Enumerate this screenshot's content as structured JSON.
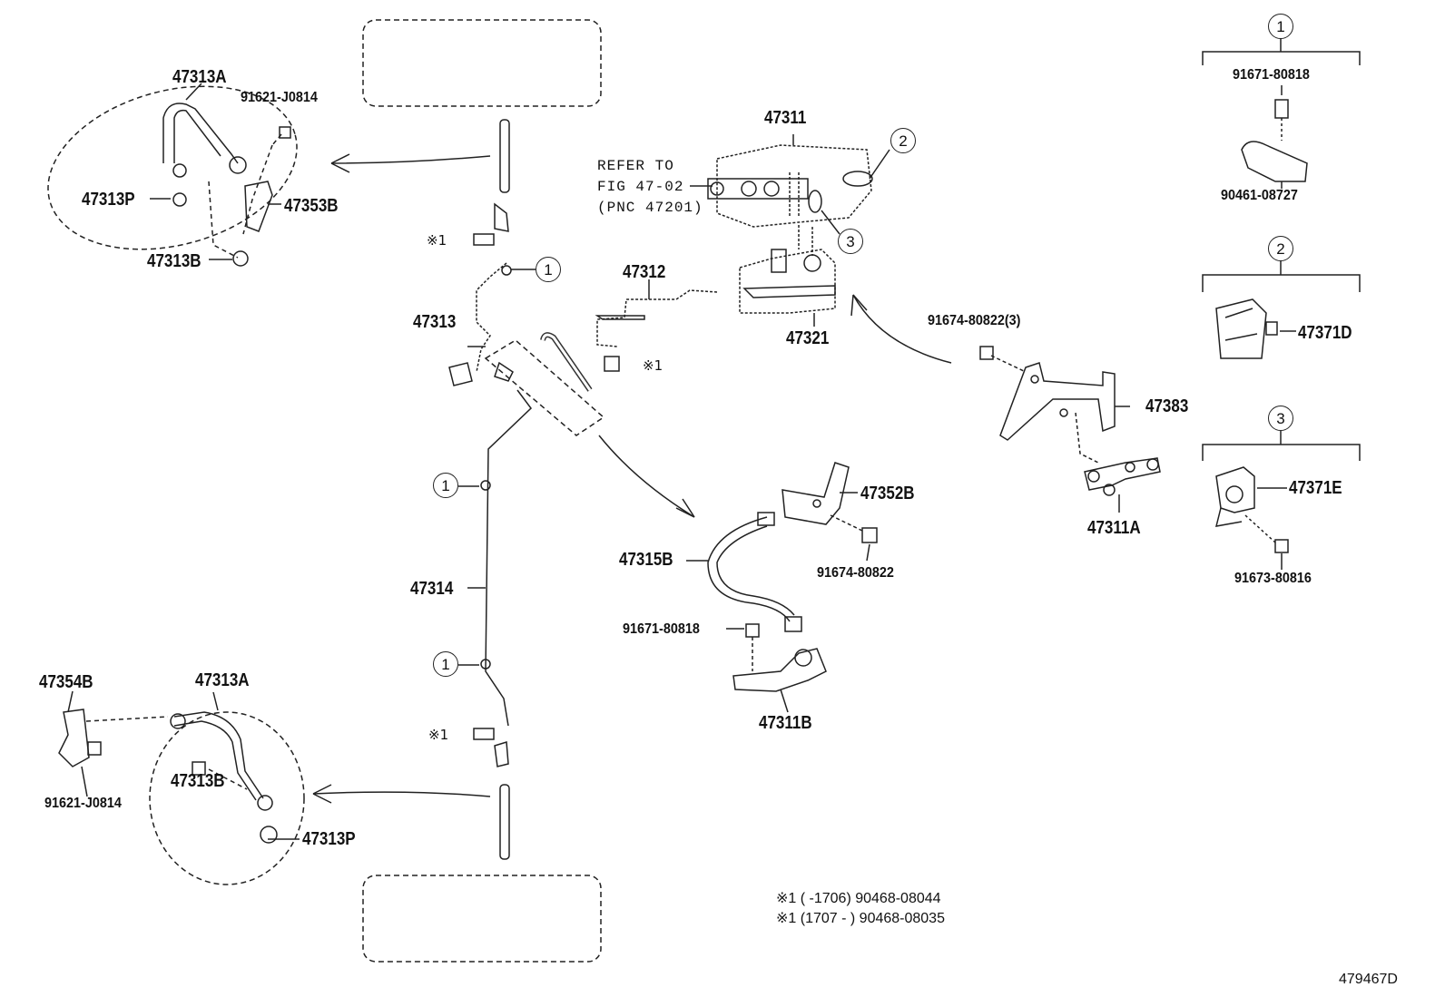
{
  "diagram": {
    "parts": {
      "p47313A_top": "47313A",
      "p91621_top": "91621-J0814",
      "p47313P_top": "47313P",
      "p47353B": "47353B",
      "p47313B_top": "47313B",
      "p47311": "47311",
      "p47312": "47312",
      "p47313": "47313",
      "p47321": "47321",
      "p91674_3": "91674-80822(3)",
      "p47383": "47383",
      "p47311A": "47311A",
      "p47352B": "47352B",
      "p47315B": "47315B",
      "p91674": "91674-80822",
      "p91671_mid": "91671-80818",
      "p47311B": "47311B",
      "p47314": "47314",
      "p47354B": "47354B",
      "p47313A_bot": "47313A",
      "p91621_bot": "91621-J0814",
      "p47313B_bot": "47313B",
      "p47313P_bot": "47313P",
      "p91671_r": "91671-80818",
      "p90461": "90461-08727",
      "p47371D": "47371D",
      "p47371E": "47371E",
      "p91673": "91673-80816"
    },
    "refer": {
      "line1": "REFER TO",
      "line2": "FIG 47-02",
      "line3": "(PNC 47201)"
    },
    "callouts": {
      "one": "1",
      "two": "2",
      "three": "3"
    },
    "marks": {
      "x1": "※1"
    },
    "notes": {
      "line1": "※1 (      -1706) 90468-08044",
      "line2": "※1 (1707 -      ) 90468-08035"
    },
    "figure_id": "479467D"
  }
}
